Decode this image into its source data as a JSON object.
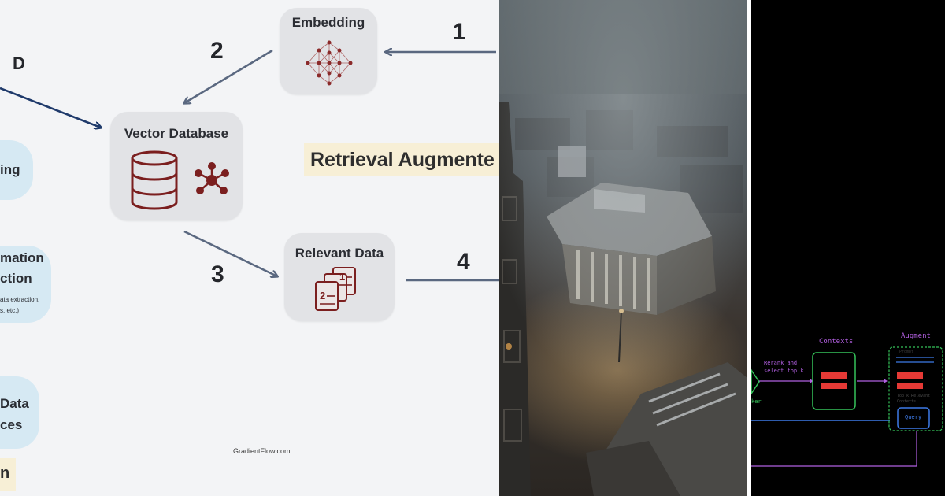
{
  "left_panel": {
    "nodes": {
      "embedding": "Embedding",
      "vector_database": "Vector Database",
      "relevant_data": "Relevant Data"
    },
    "numbers": {
      "n1": "1",
      "n2": "2",
      "n3": "3",
      "n4": "4"
    },
    "partial_label_d": "D",
    "pills": {
      "top": "ing",
      "middle_line1": "mation",
      "middle_line2": "ction",
      "middle_small1": "ata extraction,",
      "middle_small2": "s, etc.)",
      "bottom_line1": "Data",
      "bottom_line2": "ces"
    },
    "banner": "Retrieval Augmente",
    "corner_tag": "n",
    "credit": "GradientFlow.com",
    "colors": {
      "arrow": "#5a6880",
      "arrow_dark": "#1f3a6b",
      "icon": "#7b1f1f",
      "node": "#e2e3e6",
      "pill": "#d6e9f3"
    }
  },
  "right_panel": {
    "contexts_label": "Contexts",
    "augment_label": "Augment",
    "rerank_line1": "Rerank and",
    "rerank_line2": "select top k",
    "partial_left": "ker",
    "query_label": "Query",
    "faint_line1": "Prompt",
    "faint_line2": "Top k Relevant",
    "faint_line3": "Contexts",
    "colors": {
      "green": "#35c35a",
      "purple": "#b15fe0",
      "blue": "#3d7be8",
      "red": "#e53935",
      "gold": "#d7b75c"
    }
  }
}
